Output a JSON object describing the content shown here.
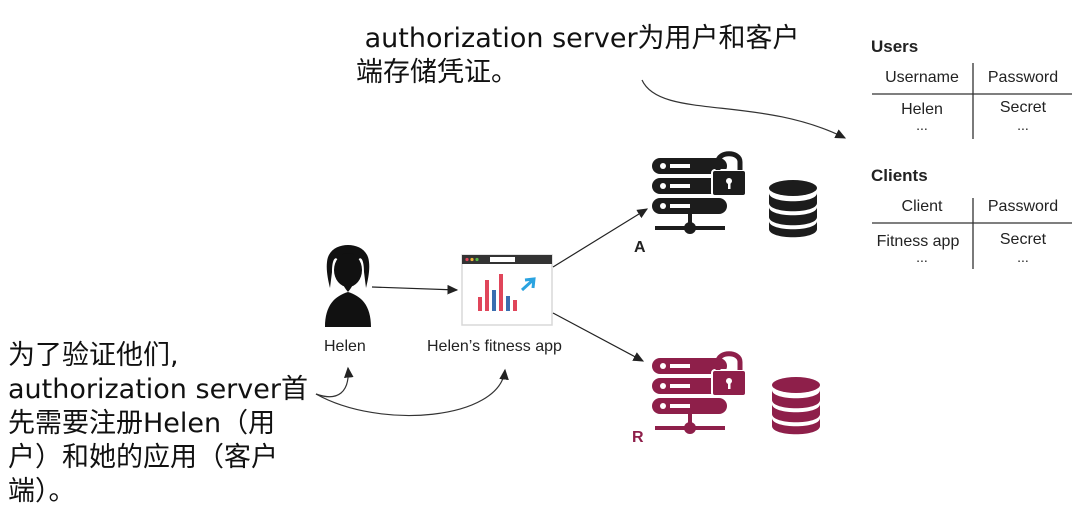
{
  "notes": {
    "top_line1": " authorization server为用户和客户",
    "top_line2": "端存储凭证。",
    "left_line1": "为了验证他们,",
    "left_line2": "authorization server首",
    "left_line3": "先需要注册Helen（用",
    "left_line4": "户）和她的应用（客户",
    "left_line5": "端）。"
  },
  "actors": {
    "user_label": "Helen",
    "app_label": "Helen’s fitness app",
    "server_a_label": "A",
    "server_r_label": "R"
  },
  "users_table": {
    "title": "Users",
    "headers": [
      "Username",
      "Password"
    ],
    "row1": [
      "Helen",
      "Secret"
    ],
    "row2": [
      "...",
      "..."
    ]
  },
  "clients_table": {
    "title": "Clients",
    "headers": [
      "Client",
      "Password"
    ],
    "row1": [
      "Fitness app",
      "Secret"
    ],
    "row2": [
      "...",
      "..."
    ]
  },
  "colors": {
    "server_a": "#1c1c1c",
    "server_r": "#8e1f4a",
    "chart_red": "#e0455a",
    "chart_blue": "#3a6fb0",
    "arrow_blue": "#2aa3e0"
  }
}
